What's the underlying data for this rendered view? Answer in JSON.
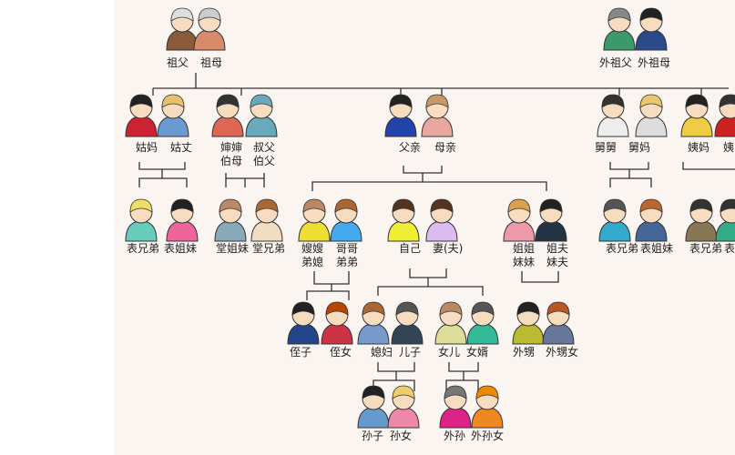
{
  "gen1": {
    "grandfather": "祖父",
    "grandmother": "祖母",
    "maternal_grandfather": "外祖父",
    "maternal_grandmother": "外祖母"
  },
  "gen2": {
    "aunt_paternal": "姑妈",
    "aunt_husband": "姑丈",
    "uncle_wife": "婶婶",
    "uncle_wife2": "伯母",
    "uncle": "叔父",
    "uncle2": "伯父",
    "father": "父亲",
    "mother": "母亲",
    "maternal_uncle": "舅舅",
    "maternal_uncle_wife": "舅妈",
    "maternal_aunt": "姨妈",
    "maternal_aunt_husband_cut": "姨"
  },
  "gen3": {
    "cousin_m_1": "表兄弟",
    "cousin_f_1": "表姐妹",
    "cousin_f_2": "堂姐妹",
    "cousin_m_2": "堂兄弟",
    "sil_1": "嫂嫂",
    "sil_2": "弟媳",
    "brother_1": "哥哥",
    "brother_2": "弟弟",
    "self": "自己",
    "spouse": "妻(夫)",
    "sister_1": "姐姐",
    "sister_2": "妹妹",
    "bil_1": "姐夫",
    "bil_2": "妹夫",
    "cousin_m_3": "表兄弟",
    "cousin_f_3": "表姐妹",
    "cousin_m_4": "表兄弟",
    "cousin_f_4_cut": "表"
  },
  "gen4": {
    "nephew": "侄子",
    "niece": "侄女",
    "daughter_in_law": "媳妇",
    "son": "儿子",
    "daughter": "女儿",
    "son_in_law": "女婿",
    "sister_son": "外甥",
    "sister_daughter": "外甥女"
  },
  "gen5": {
    "grandson": "孙子",
    "granddaughter": "孙女",
    "daughter_son": "外孙",
    "daughter_daughter": "外孙女"
  }
}
